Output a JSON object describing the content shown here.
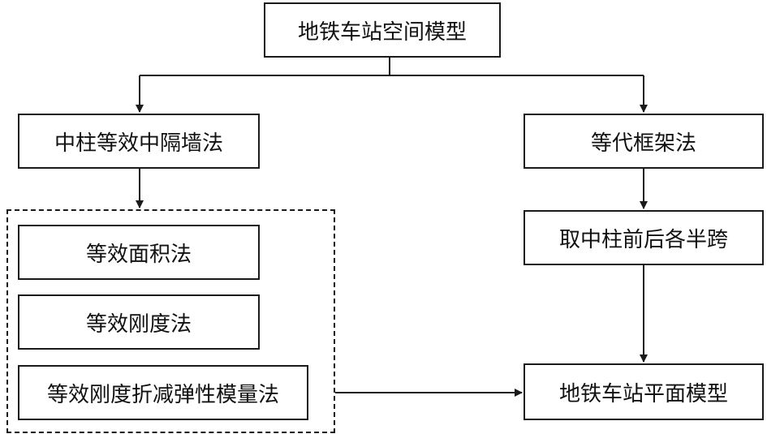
{
  "diagram": {
    "root": "地铁车站空间模型",
    "left_branch": "中柱等效中隔墙法",
    "right_branch": "等代框架法",
    "left_methods": [
      "等效面积法",
      "等效刚度法",
      "等效刚度折减弹性模量法"
    ],
    "right_step": "取中柱前后各半跨",
    "result": "地铁车站平面模型"
  }
}
